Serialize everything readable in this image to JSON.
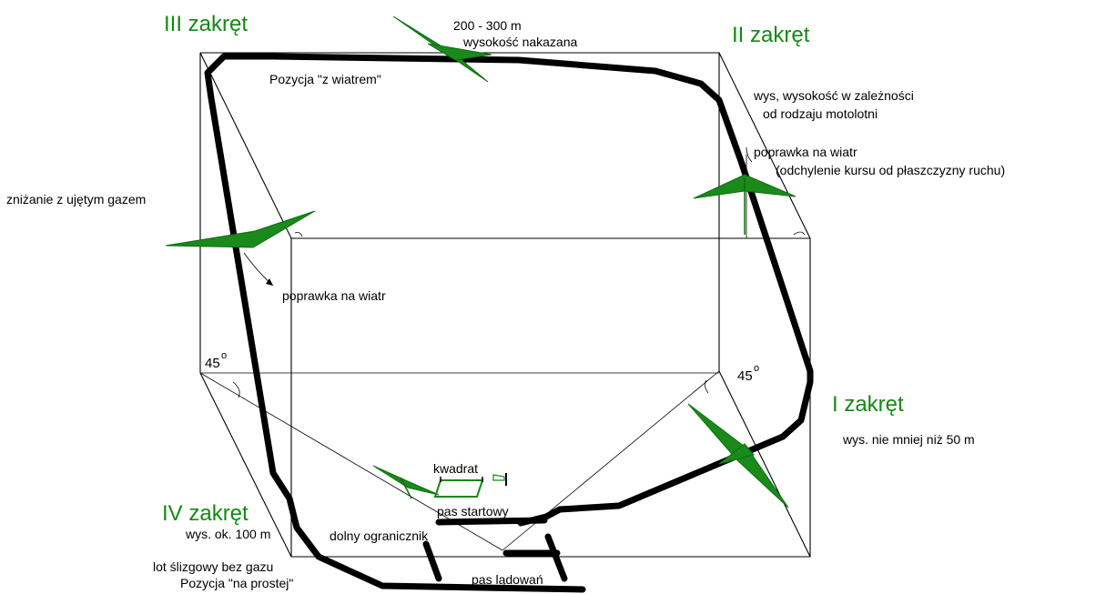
{
  "colors": {
    "turn_labels": "#138a13",
    "aircraft": "#1a8a1a",
    "track": "#000000"
  },
  "turns": {
    "third": "III zakręt",
    "second": "II zakręt",
    "first": "I zakręt",
    "fourth": "IV zakręt"
  },
  "labels": {
    "altitude_range": "200 - 300 m",
    "altitude_ordered": "wysokość nakazana",
    "position_downwind": "Pozycja \"z wiatrem\"",
    "altitude_dependence_1": "wys, wysokość w zależności",
    "altitude_dependence_2": "od rodzaju motolotni",
    "wind_correction_right_1": "poprawka na wiatr",
    "wind_correction_right_2": "(odchylenie kursu od płaszczyzny ruchu)",
    "descent_with_throttle": "zniżanie z ujętym gazem",
    "wind_correction_left": "poprawka na wiatr",
    "angle_left": "45",
    "angle_right": "45",
    "degree_symbol": "o",
    "altitude_min_50": "wys. nie mniej niż 50 m",
    "square": "kwadrat",
    "runway_takeoff": "pas startowy",
    "altitude_100": "wys. ok. 100 m",
    "lower_limiter": "dolny ogranicznik",
    "gliding_flight": "lot ślizgowy bez gazu",
    "position_final": "Pozycja \"na prostej\"",
    "runway_landing": "pas lądowań"
  },
  "icons": [
    "aircraft-icon",
    "windsock-icon",
    "angle-arc-icon"
  ]
}
